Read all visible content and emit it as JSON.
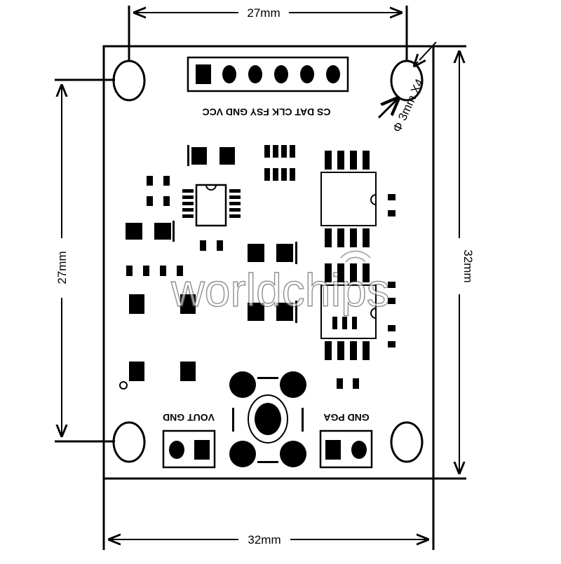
{
  "dimensions": {
    "top_width": "27mm",
    "bottom_width": "32mm",
    "left_height": "27mm",
    "right_height": "32mm",
    "hole_spec": "Φ 3mm X4"
  },
  "silkscreen": {
    "top_header": "CS DAT CLK FSY GND VCC",
    "vout_gnd": "VOUT GND",
    "gnd_pga": "GND PGA"
  },
  "watermark": "worldchips",
  "colors": {
    "ink": "#000000",
    "board": "#ffffff"
  }
}
